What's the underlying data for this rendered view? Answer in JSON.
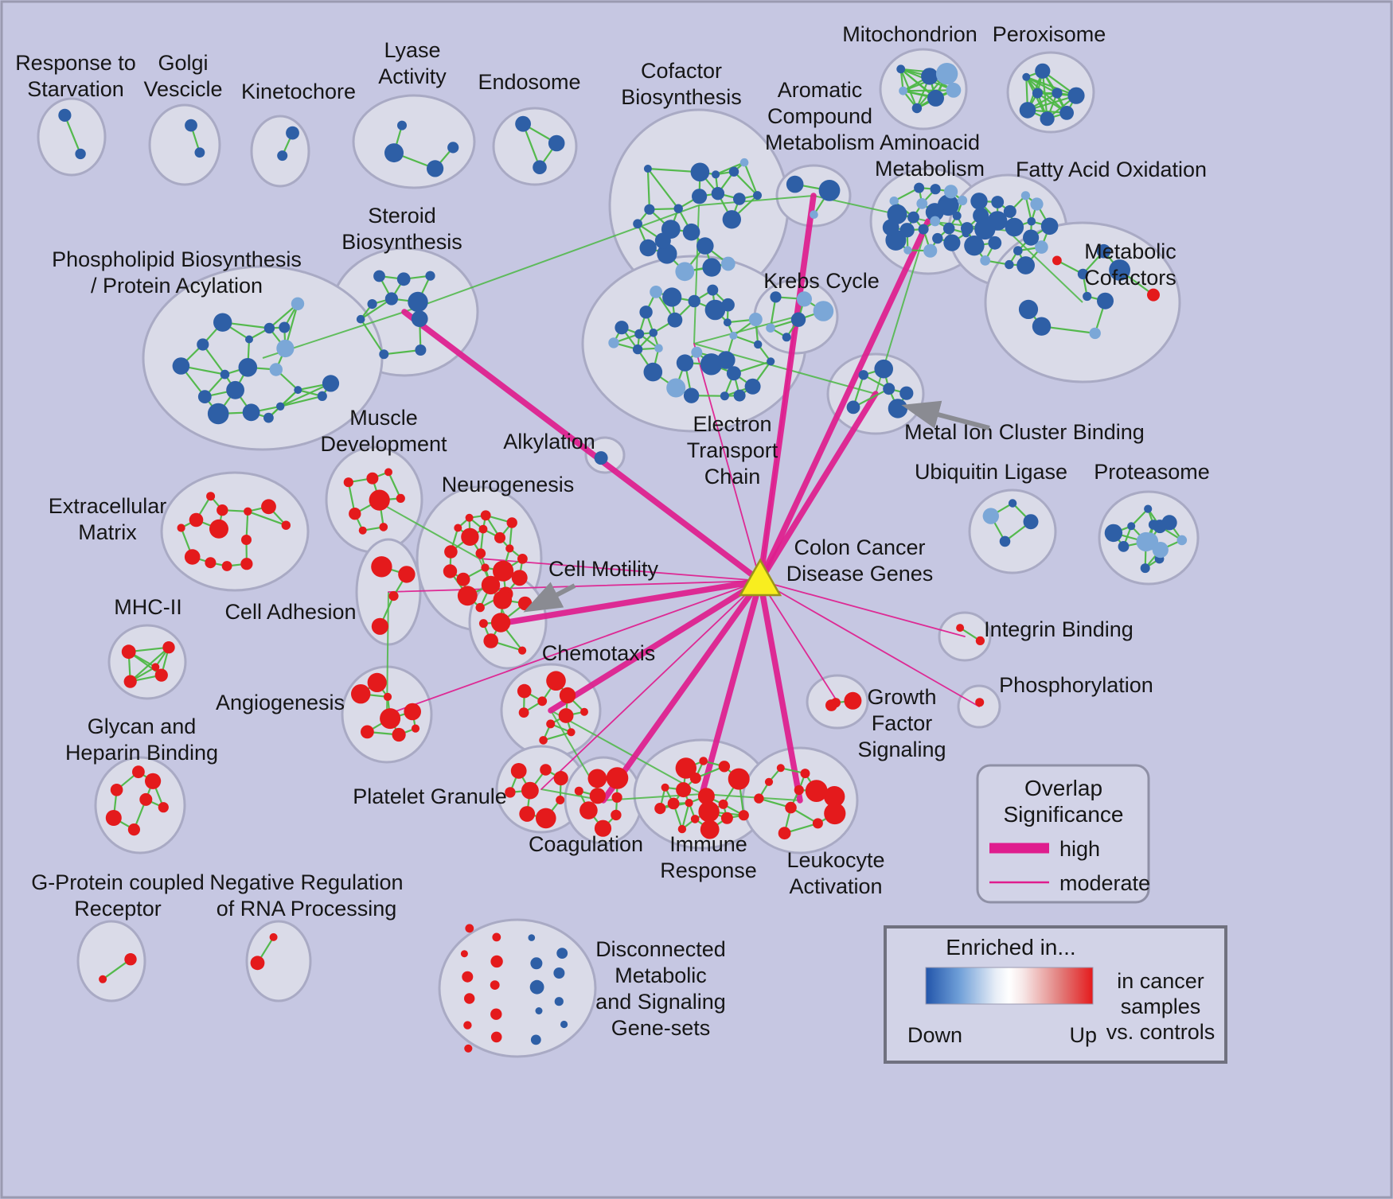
{
  "figure": {
    "colors": {
      "up": "#e41a1c",
      "down": "#2e5fa6",
      "down_light": "#7ba7d7",
      "edge": "#4db845",
      "overlap": "#df1d8e",
      "hub_fill": "#f8ee1f",
      "bubble_fill": "#dadbe8",
      "bubble_stroke": "#a9aac4",
      "background": "#c6c7e2"
    },
    "hub": {
      "id": "colon-cancer-disease-genes",
      "label": [
        "Colon Cancer",
        "Disease Genes"
      ]
    },
    "clusters": [
      {
        "id": "response-to-starvation",
        "label": [
          "Response to",
          "Starvation"
        ],
        "color": "lightblue",
        "node_count": 2,
        "density": "pair"
      },
      {
        "id": "golgi-vescicle",
        "label": [
          "Golgi",
          "Vescicle"
        ],
        "color": "blue",
        "node_count": 2,
        "density": "pair"
      },
      {
        "id": "kinetochore",
        "label": [
          "Kinetochore"
        ],
        "color": "blue",
        "node_count": 2,
        "density": "pair"
      },
      {
        "id": "lyase-activity",
        "label": [
          "Lyase",
          "Activity"
        ],
        "color": "blue",
        "node_count": 4,
        "density": "sparse"
      },
      {
        "id": "endosome",
        "label": [
          "Endosome"
        ],
        "color": "blue",
        "node_count": 3,
        "density": "complete"
      },
      {
        "id": "cofactor-biosynthesis",
        "label": [
          "Cofactor",
          "Biosynthesis"
        ],
        "color": "blue",
        "node_count": 22,
        "density": "dense"
      },
      {
        "id": "aromatic-compound-metabolism",
        "label": [
          "Aromatic",
          "Compound",
          "Metabolism"
        ],
        "color": "lightblue",
        "node_count": 3,
        "density": "sparse"
      },
      {
        "id": "mitochondrion",
        "label": [
          "Mitochondrion"
        ],
        "color": "blue",
        "node_count": 8,
        "density": "complete"
      },
      {
        "id": "peroxisome",
        "label": [
          "Peroxisome"
        ],
        "color": "blue",
        "node_count": 8,
        "density": "complete"
      },
      {
        "id": "aminoacid-metabolism",
        "label": [
          "Aminoacid",
          "Metabolism"
        ],
        "color": "blue",
        "node_count": 22,
        "density": "dense"
      },
      {
        "id": "fatty-acid-oxidation",
        "label": [
          "Fatty Acid Oxidation"
        ],
        "color": "blue",
        "node_count": 20,
        "density": "dense"
      },
      {
        "id": "metabolic-cofactors",
        "label": [
          "Metabolic",
          "Cofactors"
        ],
        "color": "blue",
        "node_count": 10,
        "density": "sparse",
        "accent_red": 2
      },
      {
        "id": "steroid-biosynthesis",
        "label": [
          "Steroid",
          "Biosynthesis"
        ],
        "color": "blue",
        "node_count": 10,
        "density": "medium"
      },
      {
        "id": "phospholipid-biosynthesis",
        "label": [
          "Phospholipid Biosynthesis",
          "/ Protein Acylation"
        ],
        "color": "blue",
        "node_count": 20,
        "density": "dense"
      },
      {
        "id": "electron-transport-chain",
        "label": [
          "Electron",
          "Transport",
          "Chain"
        ],
        "color": "blue",
        "node_count": 30,
        "density": "dense"
      },
      {
        "id": "krebs-cycle",
        "label": [
          "Krebs Cycle"
        ],
        "color": "blue",
        "node_count": 6,
        "density": "medium"
      },
      {
        "id": "metal-ion-cluster-binding",
        "label": [
          "Metal Ion Cluster Binding"
        ],
        "color": "blue",
        "node_count": 6,
        "density": "medium"
      },
      {
        "id": "alkylation",
        "label": [
          "Alkylation"
        ],
        "color": "blue",
        "node_count": 1,
        "density": "none"
      },
      {
        "id": "muscle-development",
        "label": [
          "Muscle",
          "Development"
        ],
        "color": "red",
        "node_count": 8,
        "density": "medium"
      },
      {
        "id": "neurogenesis",
        "label": [
          "Neurogenesis"
        ],
        "color": "red",
        "node_count": 20,
        "density": "dense"
      },
      {
        "id": "ubiquitin-ligase",
        "label": [
          "Ubiquitin Ligase"
        ],
        "color": "blue",
        "node_count": 4,
        "density": "medium"
      },
      {
        "id": "proteasome",
        "label": [
          "Proteasome"
        ],
        "color": "blue",
        "node_count": 13,
        "density": "dense"
      },
      {
        "id": "extracellular-matrix",
        "label": [
          "Extracellular",
          "Matrix"
        ],
        "color": "red",
        "node_count": 13,
        "density": "medium"
      },
      {
        "id": "cell-motility",
        "label": [
          "Cell Motility"
        ],
        "color": "red",
        "node_count": 6,
        "density": "medium"
      },
      {
        "id": "mhc-ii",
        "label": [
          "MHC-II"
        ],
        "color": "red",
        "node_count": 5,
        "density": "complete"
      },
      {
        "id": "cell-adhesion",
        "label": [
          "Cell Adhesion"
        ],
        "color": "red",
        "node_count": 4,
        "density": "sparse"
      },
      {
        "id": "chemotaxis",
        "label": [
          "Chemotaxis"
        ],
        "color": "red",
        "node_count": 10,
        "density": "medium"
      },
      {
        "id": "integrin-binding",
        "label": [
          "Integrin Binding"
        ],
        "color": "red",
        "node_count": 2,
        "density": "pair"
      },
      {
        "id": "phosphorylation",
        "label": [
          "Phosphorylation"
        ],
        "color": "red",
        "node_count": 1,
        "density": "none"
      },
      {
        "id": "angiogenesis",
        "label": [
          "Angiogenesis"
        ],
        "color": "red",
        "node_count": 8,
        "density": "medium"
      },
      {
        "id": "growth-factor-signaling",
        "label": [
          "Growth",
          "Factor",
          "Signaling"
        ],
        "color": "red",
        "node_count": 3,
        "density": "sparse"
      },
      {
        "id": "glycan-heparin-binding",
        "label": [
          "Glycan and",
          "Heparin Binding"
        ],
        "color": "red",
        "node_count": 7,
        "density": "medium"
      },
      {
        "id": "platelet-granule",
        "label": [
          "Platelet Granule"
        ],
        "color": "red",
        "node_count": 8,
        "density": "medium"
      },
      {
        "id": "coagulation",
        "label": [
          "Coagulation"
        ],
        "color": "red",
        "node_count": 8,
        "density": "medium"
      },
      {
        "id": "immune-response",
        "label": [
          "Immune",
          "Response"
        ],
        "color": "red",
        "node_count": 18,
        "density": "dense"
      },
      {
        "id": "leukocyte-activation",
        "label": [
          "Leukocyte",
          "Activation"
        ],
        "color": "red",
        "node_count": 11,
        "density": "medium"
      },
      {
        "id": "g-protein-coupled-receptor",
        "label": [
          "G-Protein coupled",
          "Receptor"
        ],
        "color": "red",
        "node_count": 2,
        "density": "pair"
      },
      {
        "id": "negative-regulation-rna",
        "label": [
          "Negative Regulation",
          "of RNA Processing"
        ],
        "color": "red",
        "node_count": 2,
        "density": "pair"
      },
      {
        "id": "disconnected-gene-sets",
        "label": [
          "Disconnected",
          "Metabolic",
          "and Signaling",
          "Gene-sets"
        ],
        "color": "mixed",
        "node_count": 20,
        "density": "none"
      }
    ],
    "links": [
      {
        "target": "steroid-biosynthesis",
        "significance": "high"
      },
      {
        "target": "aromatic-compound-metabolism",
        "significance": "high"
      },
      {
        "target": "aminoacid-metabolism",
        "significance": "high"
      },
      {
        "target": "metal-ion-cluster-binding",
        "significance": "high"
      },
      {
        "target": "cell-motility",
        "significance": "high"
      },
      {
        "target": "chemotaxis",
        "significance": "high"
      },
      {
        "target": "coagulation",
        "significance": "high"
      },
      {
        "target": "immune-response",
        "significance": "high"
      },
      {
        "target": "leukocyte-activation",
        "significance": "high"
      },
      {
        "target": "electron-transport-chain",
        "significance": "moderate"
      },
      {
        "target": "krebs-cycle",
        "significance": "moderate"
      },
      {
        "target": "neurogenesis",
        "significance": "moderate"
      },
      {
        "target": "angiogenesis",
        "significance": "moderate"
      },
      {
        "target": "platelet-granule",
        "significance": "moderate"
      },
      {
        "target": "growth-factor-signaling",
        "significance": "moderate"
      },
      {
        "target": "integrin-binding",
        "significance": "moderate"
      },
      {
        "target": "phosphorylation",
        "significance": "moderate"
      },
      {
        "target": "cell-adhesion",
        "significance": "moderate"
      }
    ],
    "pointer_arrows": [
      "metal-ion-cluster-binding",
      "cell-motility"
    ]
  },
  "legend_overlap": {
    "title": [
      "Overlap",
      "Significance"
    ],
    "items": [
      {
        "label": "high",
        "weight": "high"
      },
      {
        "label": "moderate",
        "weight": "moderate"
      }
    ]
  },
  "legend_enrichment": {
    "title": "Enriched in...",
    "left": "Down",
    "right": "Up",
    "note": [
      "in cancer",
      "samples",
      "vs. controls"
    ]
  }
}
